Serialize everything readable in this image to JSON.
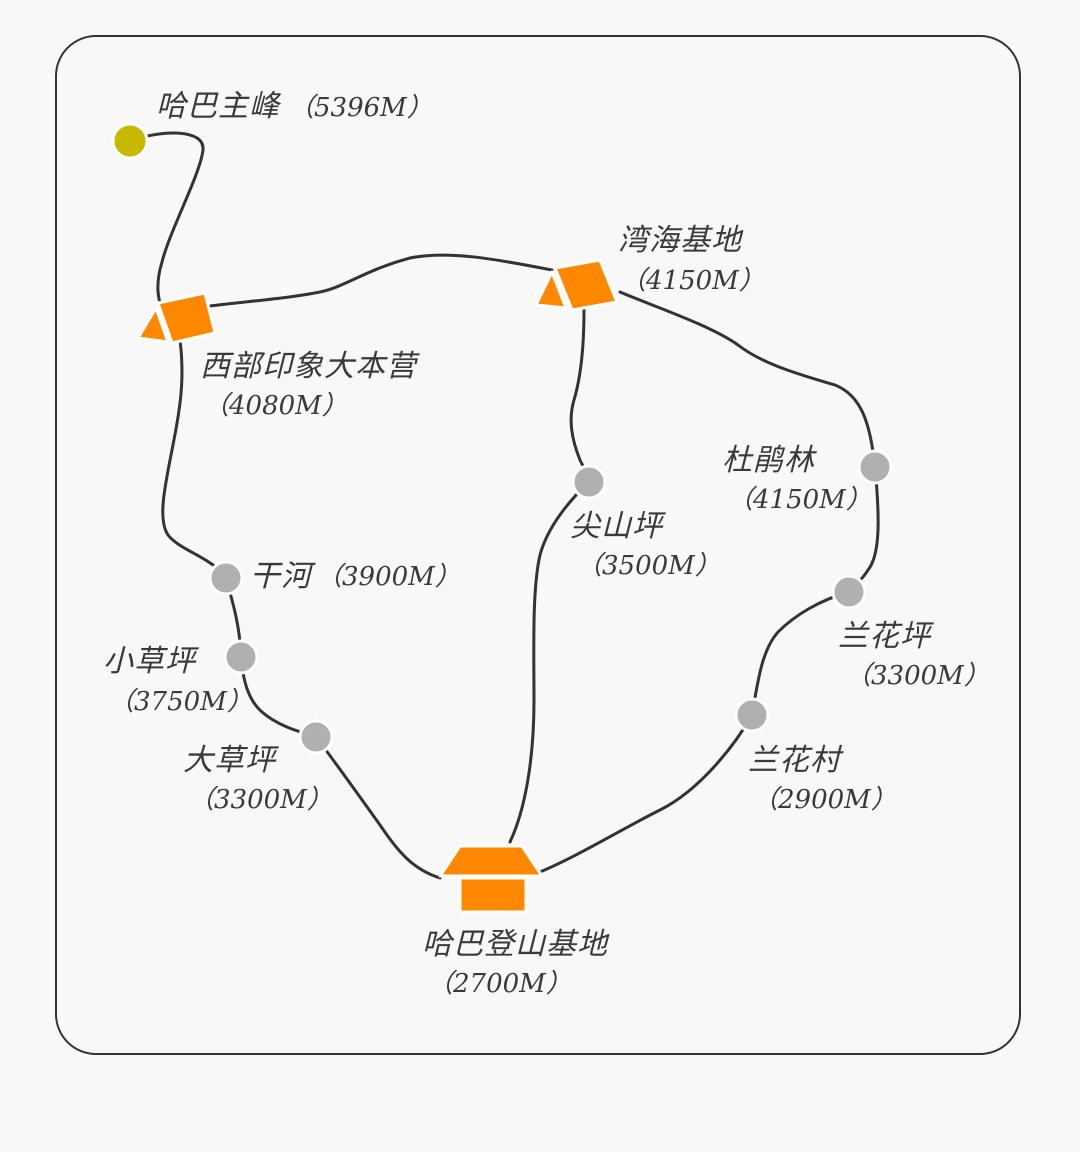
{
  "map": {
    "colors": {
      "background": "#f8f8f8",
      "frame": "#333333",
      "trail": "#333333",
      "camp": "#ff8800",
      "waypoint": "#b0b0b0",
      "summit": "#c9b800",
      "text": "#3a3a3a"
    },
    "places": {
      "summit": {
        "name": "哈巴主峰",
        "elevation": "（5396M）",
        "icon": "summit-dot"
      },
      "western_camp": {
        "name": "西部印象大本营",
        "elevation": "（4080M）",
        "icon": "tent-icon"
      },
      "wanhai_camp": {
        "name": "湾海基地",
        "elevation": "（4150M）",
        "icon": "tent-icon"
      },
      "ganhe": {
        "name": "干河",
        "elevation": "（3900M）",
        "icon": "waypoint-dot"
      },
      "xiaocaoping": {
        "name": "小草坪",
        "elevation": "（3750M）",
        "icon": "waypoint-dot"
      },
      "dacaoping": {
        "name": "大草坪",
        "elevation": "（3300M）",
        "icon": "waypoint-dot"
      },
      "jianshanping": {
        "name": "尖山坪",
        "elevation": "（3500M）",
        "icon": "waypoint-dot"
      },
      "dupenglin": {
        "name": "杜鹃林",
        "elevation": "（4150M）",
        "icon": "waypoint-dot"
      },
      "lanhuaping": {
        "name": "兰花坪",
        "elevation": "（3300M）",
        "icon": "waypoint-dot"
      },
      "lanhuacun": {
        "name": "兰花村",
        "elevation": "（2900M）",
        "icon": "waypoint-dot"
      },
      "base": {
        "name": "哈巴登山基地",
        "elevation": "（2700M）",
        "icon": "house-icon"
      }
    }
  }
}
